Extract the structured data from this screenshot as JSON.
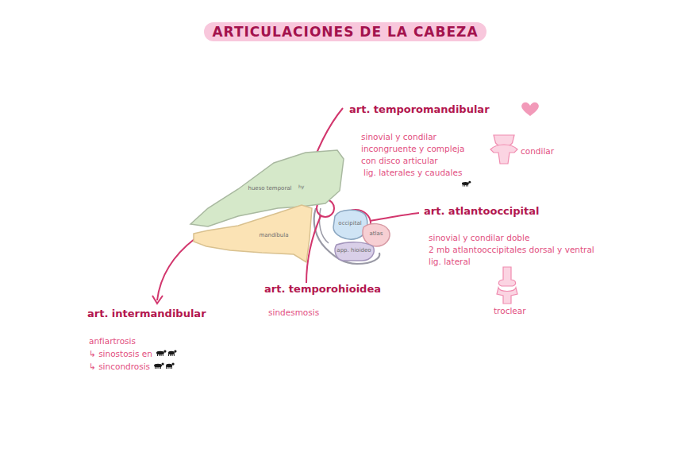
{
  "diagram": {
    "title": "ARTICULACIONES DE LA CABEZA",
    "nodes": [
      {
        "text": [
          "hueso temporal"
        ]
      },
      {
        "text": [
          "mandíbula"
        ]
      },
      {
        "text": [
          "occipital"
        ]
      },
      {
        "text": [
          "atlas"
        ]
      },
      {
        "text": [
          "app. hioideo"
        ]
      }
    ],
    "labels": [
      "art. temporomandibular",
      "sinovial y condilar",
      "incongruente y compleja",
      "con disco articular",
      "lig. laterales y caudales",
      "condilar",
      "art. atlantooccipital",
      "sinovial y condilar doble",
      "2 mb atlantooccipitales dorsal y ventral",
      "lig. lateral",
      "troclear",
      "art. temporohioidea",
      "sindesmosis",
      "art. intermandibular",
      "anfiartrosis",
      "↳ sinostosis en",
      "↳ sincondrosis",
      "hy"
    ]
  }
}
